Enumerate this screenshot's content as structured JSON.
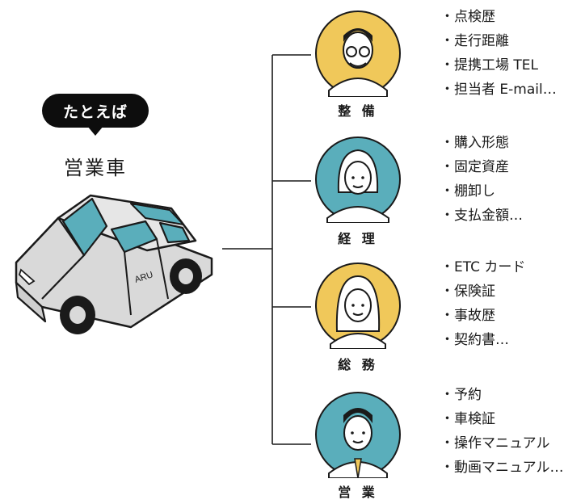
{
  "badge": "たとえば",
  "vehicle": "営業車",
  "departments": [
    {
      "role": "整 備",
      "items": [
        "点検歴",
        "走行距離",
        "提携工場 TEL",
        "担当者 E-mail…"
      ]
    },
    {
      "role": "経 理",
      "items": [
        "購入形態",
        "固定資産",
        "棚卸し",
        "支払金額…"
      ]
    },
    {
      "role": "総 務",
      "items": [
        "ETC カード",
        "保険証",
        "事故歴",
        "契約書…"
      ]
    },
    {
      "role": "営 業",
      "items": [
        "予約",
        "車検証",
        "操作マニュアル",
        "動画マニュアル…"
      ]
    }
  ],
  "car_door_text": "ARU",
  "colors": {
    "yellow": "#f0c85a",
    "teal": "#5aaebb",
    "car_body": "#d9d9d9",
    "glass": "#5aaebb",
    "ink": "#1a1a1a"
  }
}
